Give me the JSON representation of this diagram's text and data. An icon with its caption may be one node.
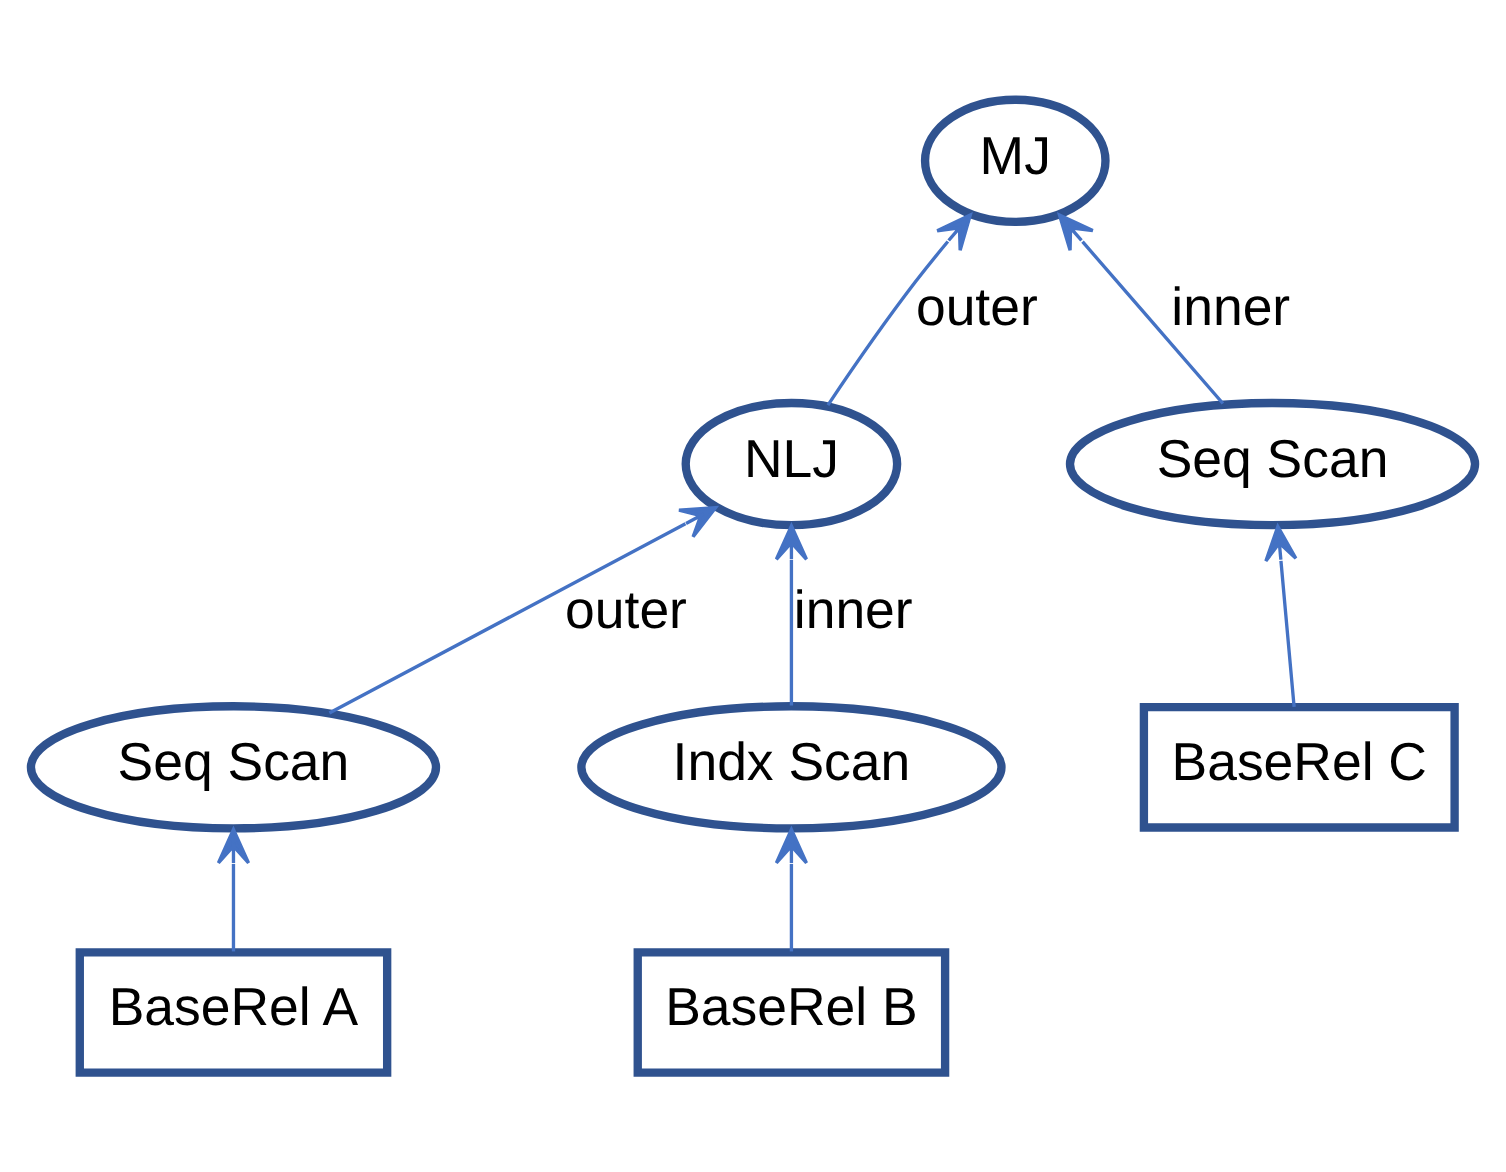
{
  "diagram": {
    "nodes": [
      {
        "text": [
          "MJ"
        ]
      },
      {
        "text": [
          "NLJ"
        ]
      },
      {
        "text": [
          "Seq Scan"
        ]
      },
      {
        "text": [
          "Indx Scan"
        ]
      },
      {
        "text": [
          "Seq Scan"
        ]
      },
      {
        "text": [
          "BaseRel A"
        ]
      },
      {
        "text": [
          "BaseRel B"
        ]
      },
      {
        "text": [
          "BaseRel C"
        ]
      }
    ],
    "edges": [
      {
        "from": 1,
        "to": 0,
        "arrow": "to",
        "label": "outer"
      },
      {
        "from": 4,
        "to": 0,
        "arrow": "to",
        "label": "inner"
      },
      {
        "from": 2,
        "to": 1,
        "arrow": "to",
        "label": "outer"
      },
      {
        "from": 3,
        "to": 1,
        "arrow": "to",
        "label": "inner"
      },
      {
        "from": 5,
        "to": 2,
        "arrow": "to"
      },
      {
        "from": 6,
        "to": 3,
        "arrow": "to"
      },
      {
        "from": 7,
        "to": 4,
        "arrow": "to"
      }
    ]
  }
}
